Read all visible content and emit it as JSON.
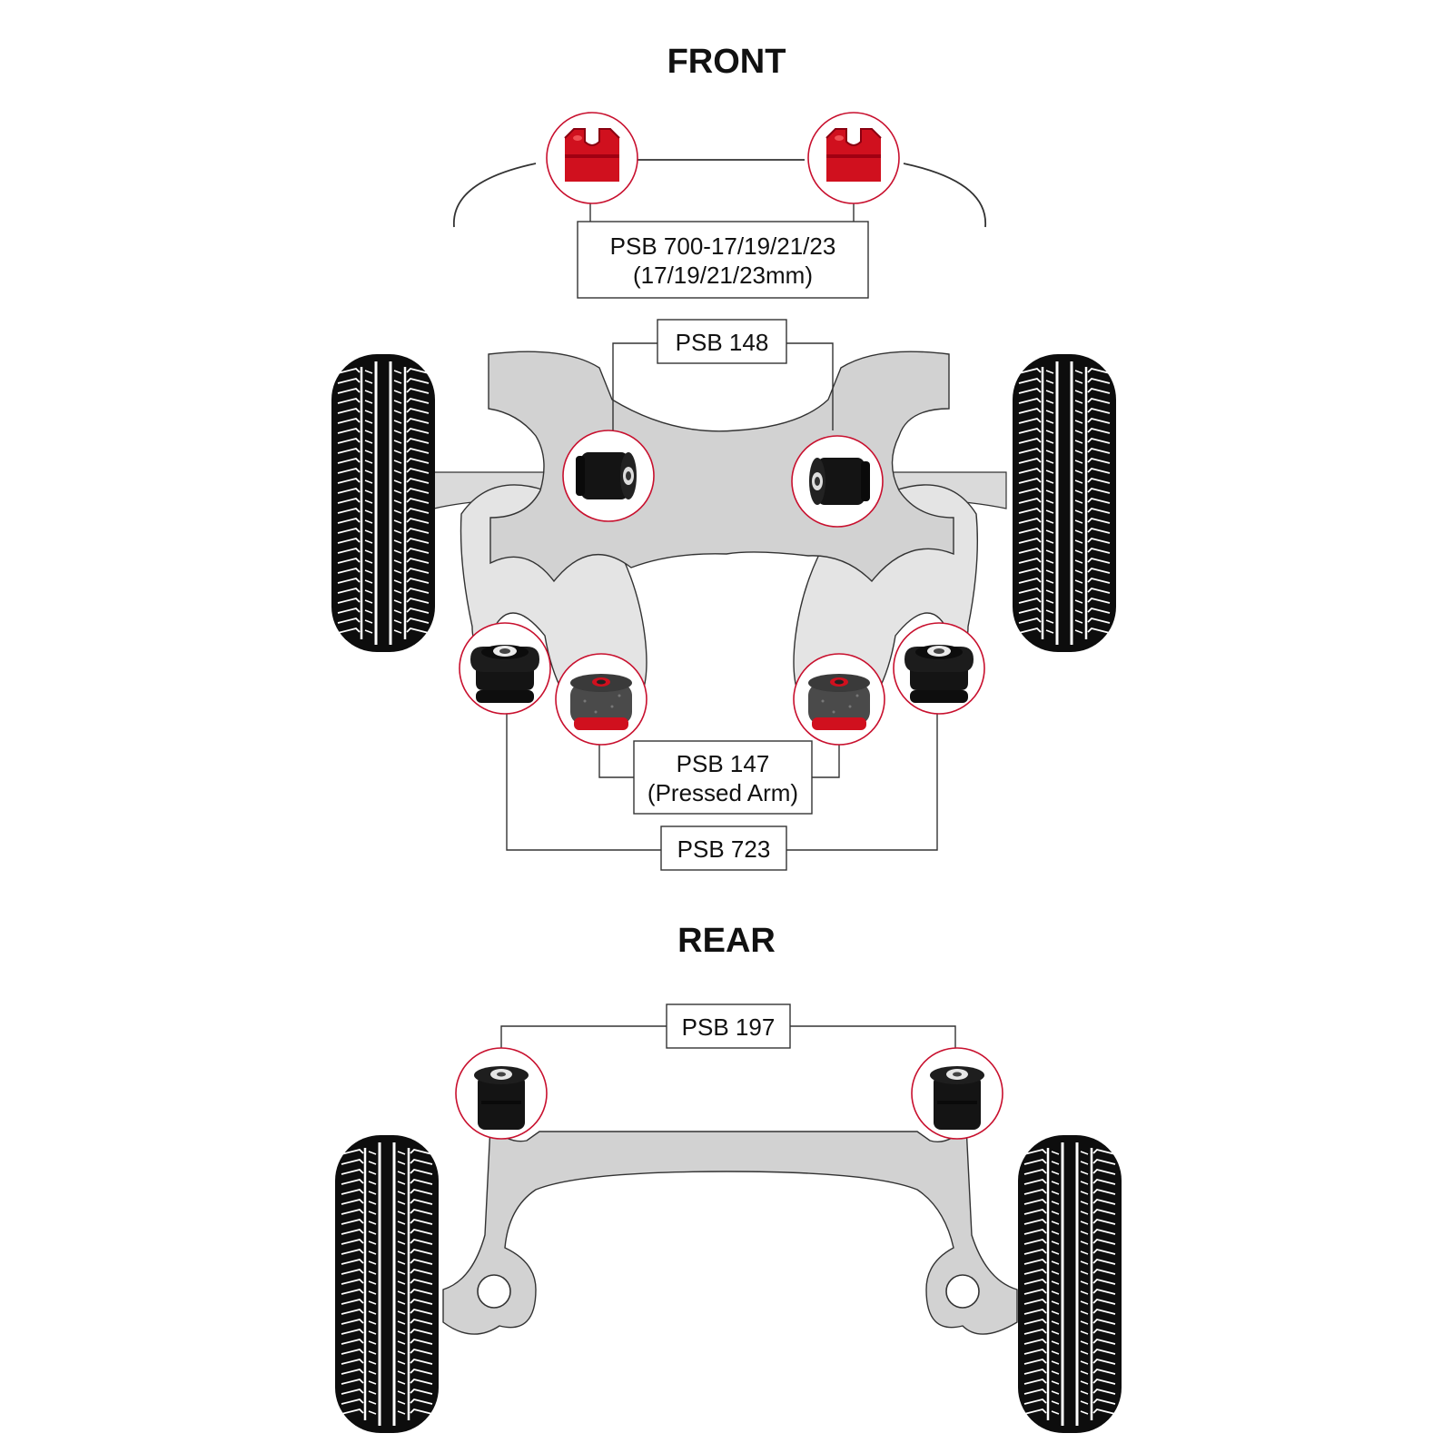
{
  "front": {
    "title": "FRONT",
    "labels": {
      "anti_roll_bar_part": "PSB 700-17/19/21/23",
      "anti_roll_bar_sizes": "(17/19/21/23mm)",
      "arm_front_bush": "PSB 148",
      "arm_rear_pressed_part": "PSB 147",
      "arm_rear_pressed_note": "(Pressed Arm)",
      "arm_rear_bush": "PSB 723"
    }
  },
  "rear": {
    "title": "REAR",
    "labels": {
      "beam_mount": "PSB 197"
    }
  },
  "colors": {
    "bush_red": "#d0101e",
    "bush_black": "#141414",
    "frame_grey": "#d2d2d2",
    "callout_ring": "#c8102e"
  },
  "icons": {
    "tyre": "tyre-tread-icon",
    "anti_roll_bar_bush": "red-anti-roll-bar-bush-icon",
    "black_bush": "black-bush-icon",
    "pressed_arm_bush": "grey-red-bush-icon"
  }
}
